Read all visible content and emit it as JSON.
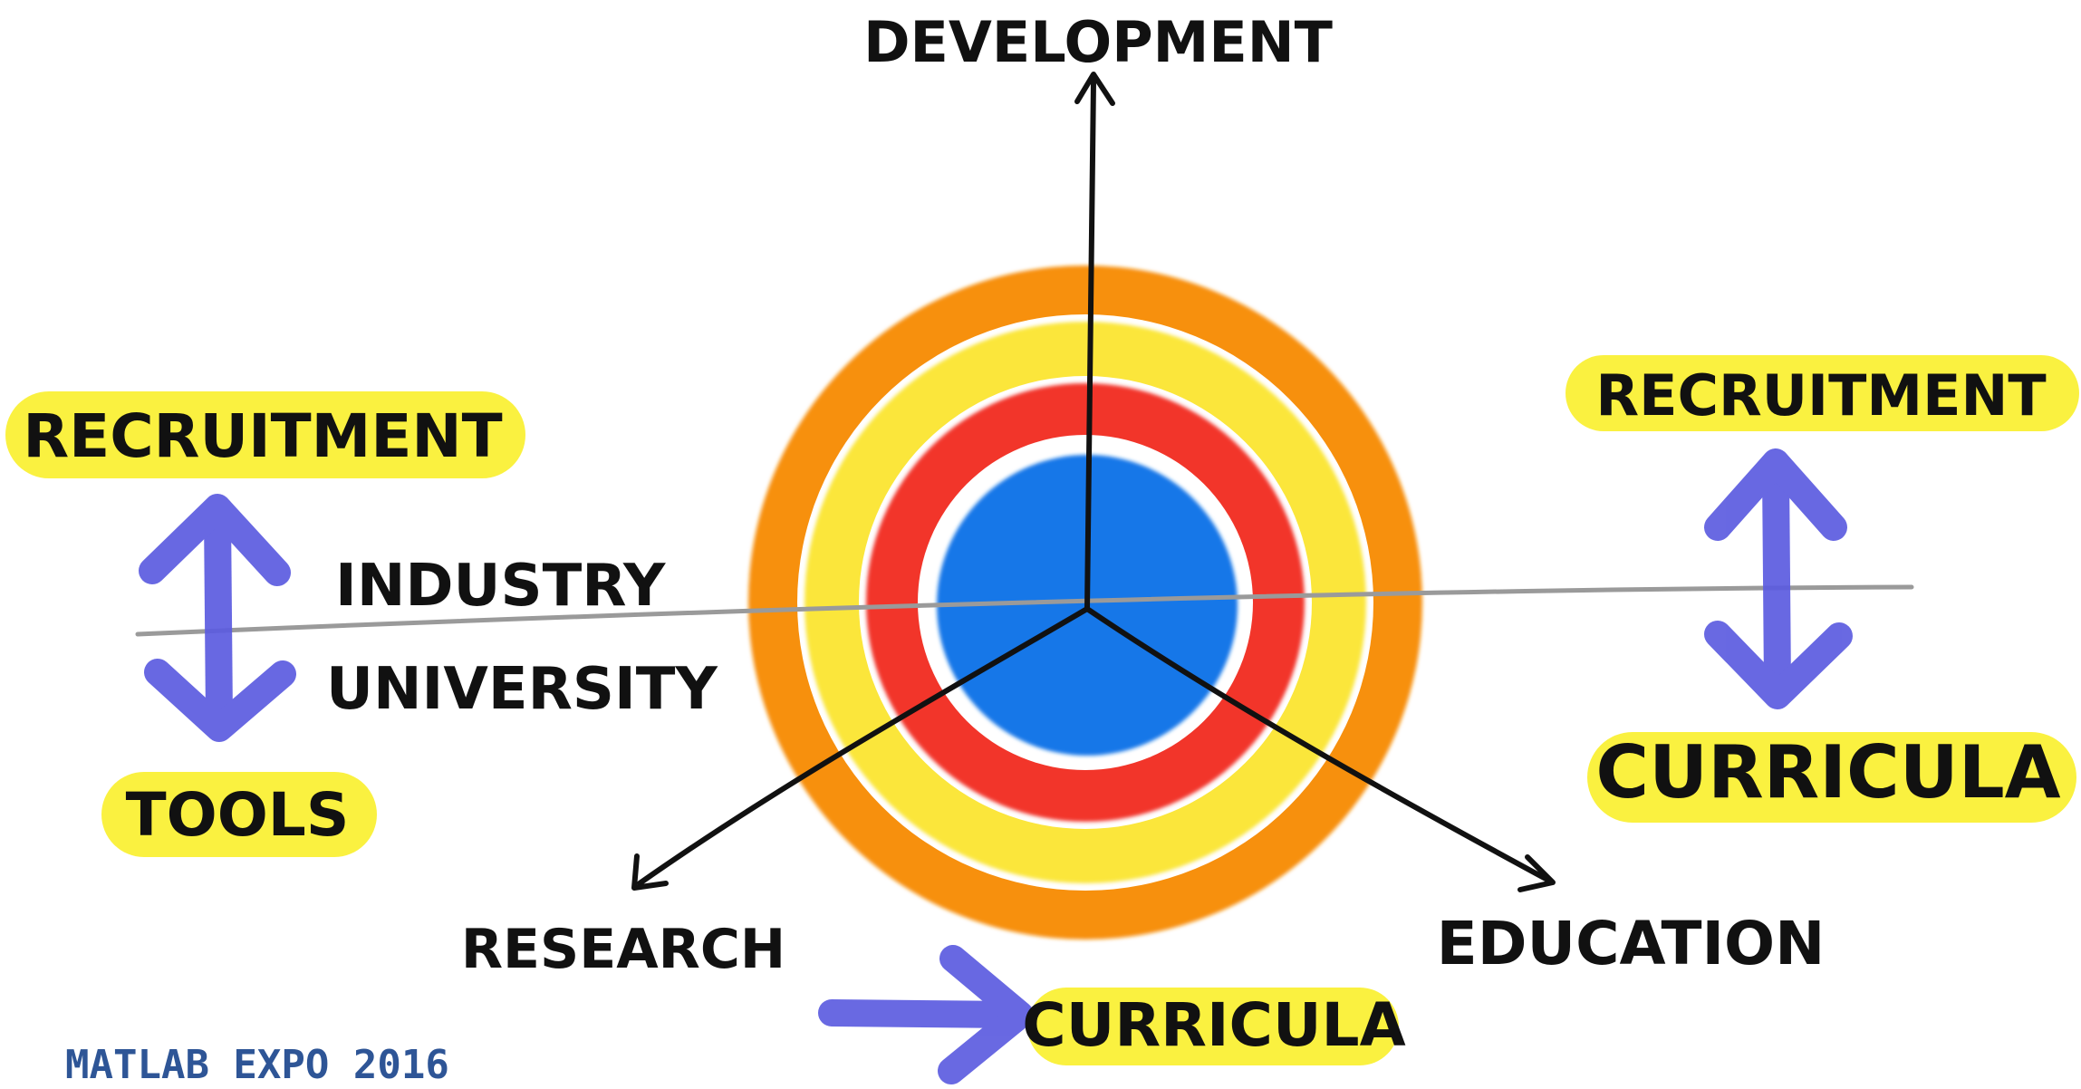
{
  "axes": {
    "top": "DEVELOPMENT",
    "bottom_left": "RESEARCH",
    "bottom_right": "EDUCATION"
  },
  "divider": {
    "above": "INDUSTRY",
    "below": "UNIVERSITY"
  },
  "left_side": {
    "top": "RECRUITMENT",
    "bottom": "TOOLS"
  },
  "right_side": {
    "top": "RECRUITMENT",
    "bottom": "CURRICULA"
  },
  "bottom_note": {
    "label": "CURRICULA"
  },
  "footer": {
    "text": "MATLAB EXPO 2016"
  },
  "colors": {
    "outer_ring": "#f7900f",
    "middle_ring": "#fbe63a",
    "inner_ring": "#f2342c",
    "core": "#1477e8",
    "highlight": "#faf036",
    "double_arrow": "#5c5ce0",
    "footer_text": "#2e5596",
    "divider_line": "#9a9a9a"
  }
}
